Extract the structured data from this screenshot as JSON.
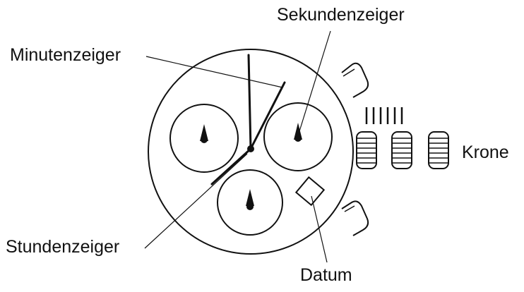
{
  "labels": {
    "minute_hand": "Minutenzeiger",
    "second_hand": "Sekundenzeiger",
    "hour_hand": "Stundenzeiger",
    "date": "Datum",
    "crown": "Krone"
  },
  "crown_position_marks": "||||||",
  "colors": {
    "line": "#111111",
    "background": "#ffffff"
  }
}
